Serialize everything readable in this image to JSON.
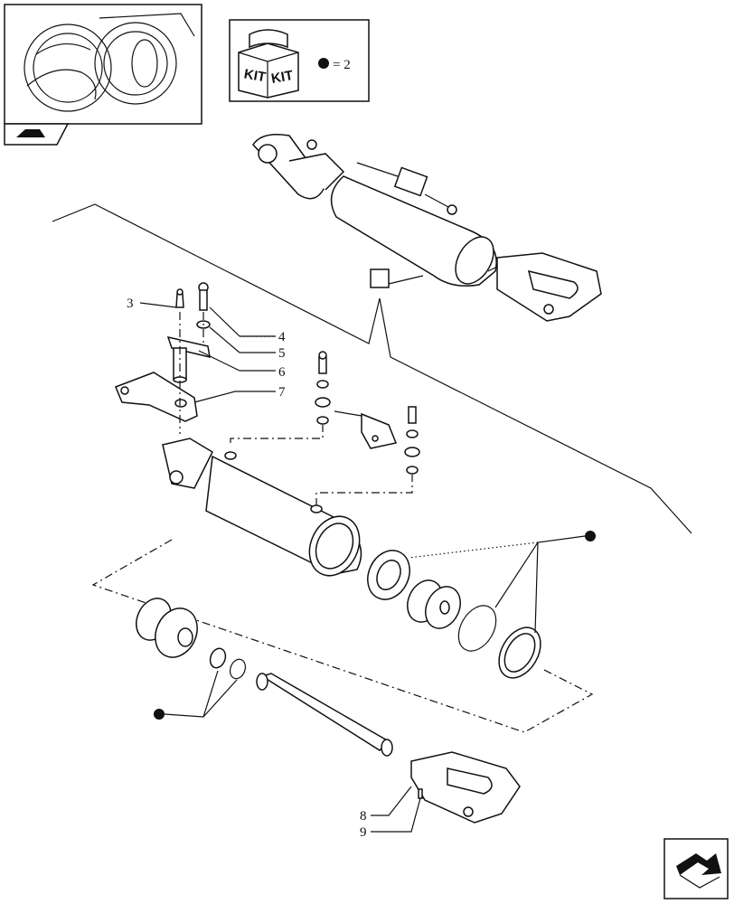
{
  "kit": {
    "box_text_1": "KIT",
    "box_text_2": "KIT",
    "equals_text": "= 2"
  },
  "callouts": [
    {
      "id": "3",
      "text": "3"
    },
    {
      "id": "4",
      "text": "4"
    },
    {
      "id": "5",
      "text": "5"
    },
    {
      "id": "6",
      "text": "6"
    },
    {
      "id": "7",
      "text": "7"
    },
    {
      "id": "8",
      "text": "8"
    },
    {
      "id": "9",
      "text": "9"
    }
  ],
  "icons": {
    "thumbnail": "tractor-location-thumbnail",
    "thumbnail_tab": "tractor-tab-icon",
    "kit_box": "kit-box-icon",
    "kit_bullet": "kit-bullet-icon",
    "nav": "next-page-arrow-icon"
  },
  "colors": {
    "ink": "#111111",
    "paper": "#ffffff"
  }
}
